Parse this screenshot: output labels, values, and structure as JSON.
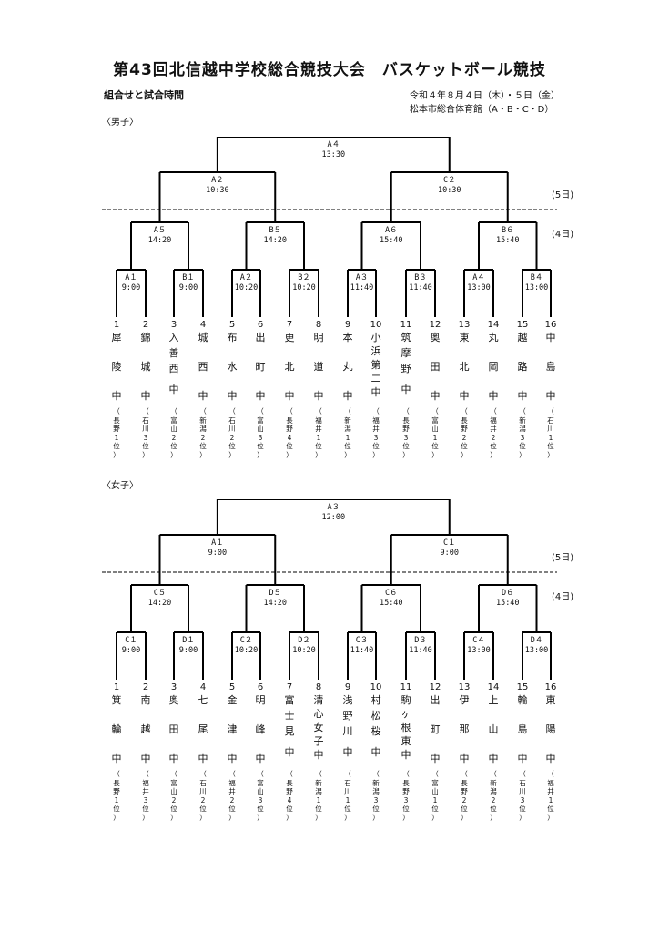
{
  "header": {
    "title": "第43回北信越中学校総合競技大会　バスケットボール競技",
    "subtitle": "組合せと試合時間",
    "date": "令和４年８月４日（木）・５日（金）",
    "venue": "松本市総合体育館（A・B・C・D）",
    "day5_label": "(5日)",
    "day4_label": "(4日)"
  },
  "boys": {
    "section_label": "〈男子〉",
    "games": {
      "final": {
        "court": "A４",
        "time": "13:30"
      },
      "semi": [
        {
          "court": "A２",
          "time": "10:30"
        },
        {
          "court": "C２",
          "time": "10:30"
        }
      ],
      "qf": [
        {
          "court": "A５",
          "time": "14:20"
        },
        {
          "court": "B５",
          "time": "14:20"
        },
        {
          "court": "A６",
          "time": "15:40"
        },
        {
          "court": "B６",
          "time": "15:40"
        }
      ],
      "r1": [
        {
          "court": "A１",
          "time": "9:00"
        },
        {
          "court": "B１",
          "time": "9:00"
        },
        {
          "court": "A２",
          "time": "10:20"
        },
        {
          "court": "B２",
          "time": "10:20"
        },
        {
          "court": "A３",
          "time": "11:40"
        },
        {
          "court": "B３",
          "time": "11:40"
        },
        {
          "court": "A４",
          "time": "13:00"
        },
        {
          "court": "B４",
          "time": "13:00"
        }
      ]
    },
    "teams": [
      {
        "num": "1",
        "name": [
          "犀",
          "陵",
          "中"
        ],
        "pref": [
          "（",
          "長",
          "野",
          "1",
          "位",
          "）"
        ]
      },
      {
        "num": "2",
        "name": [
          "錦",
          "城",
          "中"
        ],
        "pref": [
          "（",
          "石",
          "川",
          "3",
          "位",
          "）"
        ]
      },
      {
        "num": "3",
        "name": [
          "入",
          "善",
          "西",
          "中"
        ],
        "pref": [
          "（",
          "富",
          "山",
          "2",
          "位",
          "）"
        ]
      },
      {
        "num": "4",
        "name": [
          "城",
          "西",
          "中"
        ],
        "pref": [
          "（",
          "新",
          "潟",
          "2",
          "位",
          "）"
        ]
      },
      {
        "num": "5",
        "name": [
          "布",
          "水",
          "中"
        ],
        "pref": [
          "（",
          "石",
          "川",
          "2",
          "位",
          "）"
        ]
      },
      {
        "num": "6",
        "name": [
          "出",
          "町",
          "中"
        ],
        "pref": [
          "（",
          "富",
          "山",
          "3",
          "位",
          "）"
        ]
      },
      {
        "num": "7",
        "name": [
          "更",
          "北",
          "中"
        ],
        "pref": [
          "（",
          "長",
          "野",
          "4",
          "位",
          "）"
        ]
      },
      {
        "num": "8",
        "name": [
          "明",
          "道",
          "中"
        ],
        "pref": [
          "（",
          "福",
          "井",
          "1",
          "位",
          "）"
        ]
      },
      {
        "num": "9",
        "name": [
          "本",
          "丸",
          "中"
        ],
        "pref": [
          "（",
          "新",
          "潟",
          "1",
          "位",
          "）"
        ]
      },
      {
        "num": "10",
        "name": [
          "小",
          "浜",
          "第",
          "二",
          "中"
        ],
        "pref": [
          "（",
          "福",
          "井",
          "3",
          "位",
          "）"
        ]
      },
      {
        "num": "11",
        "name": [
          "筑",
          "摩",
          "野",
          "中"
        ],
        "pref": [
          "（",
          "長",
          "野",
          "3",
          "位",
          "）"
        ]
      },
      {
        "num": "12",
        "name": [
          "奥",
          "田",
          "中"
        ],
        "pref": [
          "（",
          "富",
          "山",
          "1",
          "位",
          "）"
        ]
      },
      {
        "num": "13",
        "name": [
          "東",
          "北",
          "中"
        ],
        "pref": [
          "（",
          "長",
          "野",
          "2",
          "位",
          "）"
        ]
      },
      {
        "num": "14",
        "name": [
          "丸",
          "岡",
          "中"
        ],
        "pref": [
          "（",
          "福",
          "井",
          "2",
          "位",
          "）"
        ]
      },
      {
        "num": "15",
        "name": [
          "越",
          "路",
          "中"
        ],
        "pref": [
          "（",
          "新",
          "潟",
          "3",
          "位",
          "）"
        ]
      },
      {
        "num": "16",
        "name": [
          "中",
          "島",
          "中"
        ],
        "pref": [
          "（",
          "石",
          "川",
          "1",
          "位",
          "）"
        ]
      }
    ]
  },
  "girls": {
    "section_label": "〈女子〉",
    "games": {
      "final": {
        "court": "A３",
        "time": "12:00"
      },
      "semi": [
        {
          "court": "A１",
          "time": "9:00"
        },
        {
          "court": "C１",
          "time": "9:00"
        }
      ],
      "qf": [
        {
          "court": "C５",
          "time": "14:20"
        },
        {
          "court": "D５",
          "time": "14:20"
        },
        {
          "court": "C６",
          "time": "15:40"
        },
        {
          "court": "D６",
          "time": "15:40"
        }
      ],
      "r1": [
        {
          "court": "C１",
          "time": "9:00"
        },
        {
          "court": "D１",
          "time": "9:00"
        },
        {
          "court": "C２",
          "time": "10:20"
        },
        {
          "court": "D２",
          "time": "10:20"
        },
        {
          "court": "C３",
          "time": "11:40"
        },
        {
          "court": "D３",
          "time": "11:40"
        },
        {
          "court": "C４",
          "time": "13:00"
        },
        {
          "court": "D４",
          "time": "13:00"
        }
      ]
    },
    "teams": [
      {
        "num": "1",
        "name": [
          "箕",
          "輪",
          "中"
        ],
        "pref": [
          "（",
          "長",
          "野",
          "1",
          "位",
          "）"
        ]
      },
      {
        "num": "2",
        "name": [
          "南",
          "越",
          "中"
        ],
        "pref": [
          "（",
          "福",
          "井",
          "3",
          "位",
          "）"
        ]
      },
      {
        "num": "3",
        "name": [
          "奥",
          "田",
          "中"
        ],
        "pref": [
          "（",
          "富",
          "山",
          "2",
          "位",
          "）"
        ]
      },
      {
        "num": "4",
        "name": [
          "七",
          "尾",
          "中"
        ],
        "pref": [
          "（",
          "石",
          "川",
          "2",
          "位",
          "）"
        ]
      },
      {
        "num": "5",
        "name": [
          "金",
          "津",
          "中"
        ],
        "pref": [
          "（",
          "福",
          "井",
          "2",
          "位",
          "）"
        ]
      },
      {
        "num": "6",
        "name": [
          "明",
          "峰",
          "中"
        ],
        "pref": [
          "（",
          "富",
          "山",
          "3",
          "位",
          "）"
        ]
      },
      {
        "num": "7",
        "name": [
          "富",
          "士",
          "見",
          "中"
        ],
        "pref": [
          "（",
          "長",
          "野",
          "4",
          "位",
          "）"
        ]
      },
      {
        "num": "8",
        "name": [
          "清",
          "心",
          "女",
          "子",
          "中"
        ],
        "pref": [
          "（",
          "新",
          "潟",
          "1",
          "位",
          "）"
        ]
      },
      {
        "num": "9",
        "name": [
          "浅",
          "野",
          "川",
          "中"
        ],
        "pref": [
          "（",
          "石",
          "川",
          "1",
          "位",
          "）"
        ]
      },
      {
        "num": "10",
        "name": [
          "村",
          "松",
          "桜",
          "中"
        ],
        "pref": [
          "（",
          "新",
          "潟",
          "3",
          "位",
          "）"
        ]
      },
      {
        "num": "11",
        "name": [
          "駒",
          "ヶ",
          "根",
          "東",
          "中"
        ],
        "pref": [
          "（",
          "長",
          "野",
          "3",
          "位",
          "）"
        ]
      },
      {
        "num": "12",
        "name": [
          "出",
          "町",
          "中"
        ],
        "pref": [
          "（",
          "富",
          "山",
          "1",
          "位",
          "）"
        ]
      },
      {
        "num": "13",
        "name": [
          "伊",
          "那",
          "中"
        ],
        "pref": [
          "（",
          "長",
          "野",
          "2",
          "位",
          "）"
        ]
      },
      {
        "num": "14",
        "name": [
          "上",
          "山",
          "中"
        ],
        "pref": [
          "（",
          "新",
          "潟",
          "2",
          "位",
          "）"
        ]
      },
      {
        "num": "15",
        "name": [
          "輪",
          "島",
          "中"
        ],
        "pref": [
          "（",
          "石",
          "川",
          "3",
          "位",
          "）"
        ]
      },
      {
        "num": "16",
        "name": [
          "東",
          "陽",
          "中"
        ],
        "pref": [
          "（",
          "福",
          "井",
          "1",
          "位",
          "）"
        ]
      }
    ]
  }
}
